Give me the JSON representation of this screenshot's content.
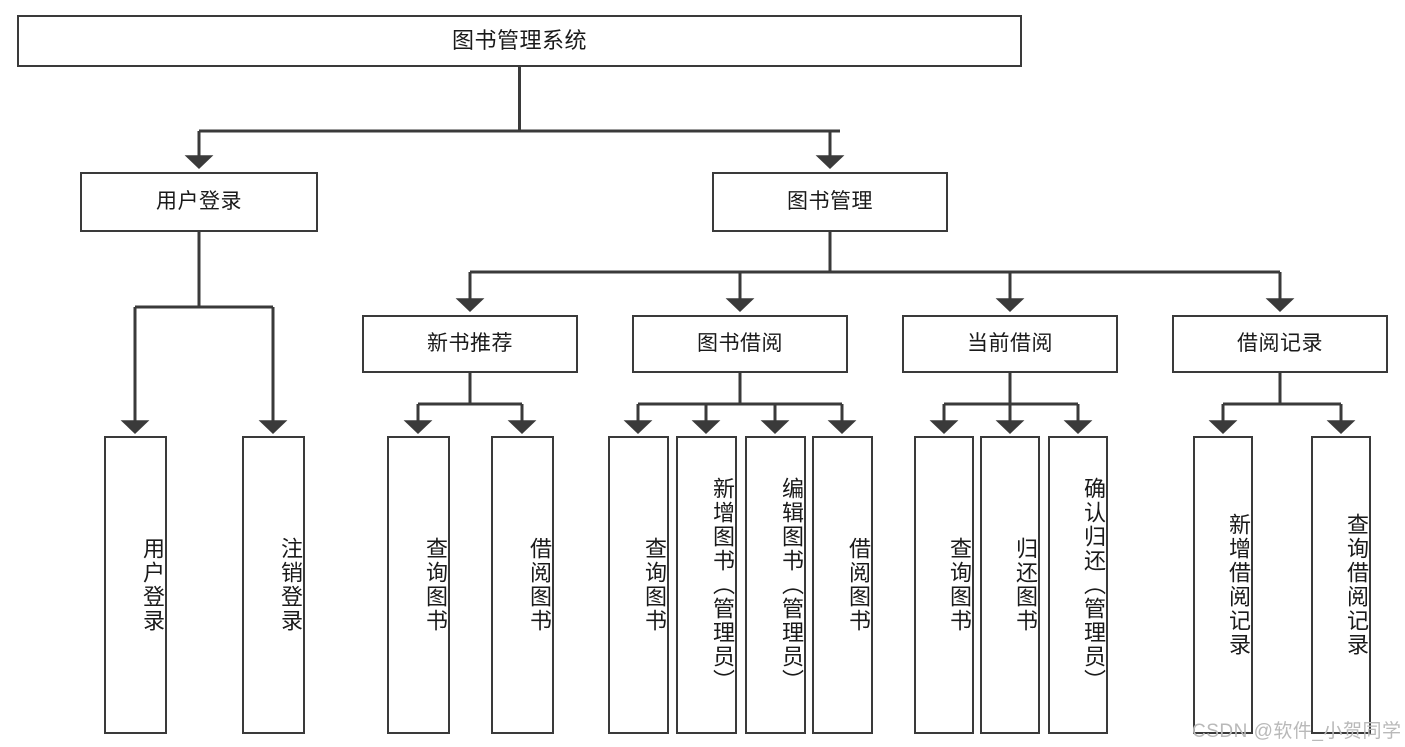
{
  "diagram": {
    "title": "图书管理系统",
    "type": "hierarchy-tree",
    "watermark": "CSDN @软件_小贺同学",
    "colors": {
      "box_border": "#3a3a3a",
      "box_fill": "#ffffff",
      "connector": "#3a3a3a",
      "text": "#1a1a1a",
      "watermark": "#b9b9b9",
      "background": "#ffffff"
    },
    "root": {
      "label": "图书管理系统"
    },
    "level2": [
      {
        "label": "用户登录"
      },
      {
        "label": "图书管理"
      }
    ],
    "level3": [
      {
        "label": "新书推荐"
      },
      {
        "label": "图书借阅"
      },
      {
        "label": "当前借阅"
      },
      {
        "label": "借阅记录"
      }
    ],
    "leaves": {
      "user_login": [
        {
          "label": "用户登录"
        },
        {
          "label": "注销登录"
        }
      ],
      "new_book": [
        {
          "label": "查询图书"
        },
        {
          "label": "借阅图书"
        }
      ],
      "book_borrow": [
        {
          "label": "查询图书"
        },
        {
          "label": "新增图书（管理员）"
        },
        {
          "label": "编辑图书（管理员）"
        },
        {
          "label": "借阅图书"
        }
      ],
      "current_borrow": [
        {
          "label": "查询图书"
        },
        {
          "label": "归还图书"
        },
        {
          "label": "确认归还（管理员）"
        }
      ],
      "borrow_record": [
        {
          "label": "新增借阅记录"
        },
        {
          "label": "查询借阅记录"
        }
      ]
    }
  }
}
